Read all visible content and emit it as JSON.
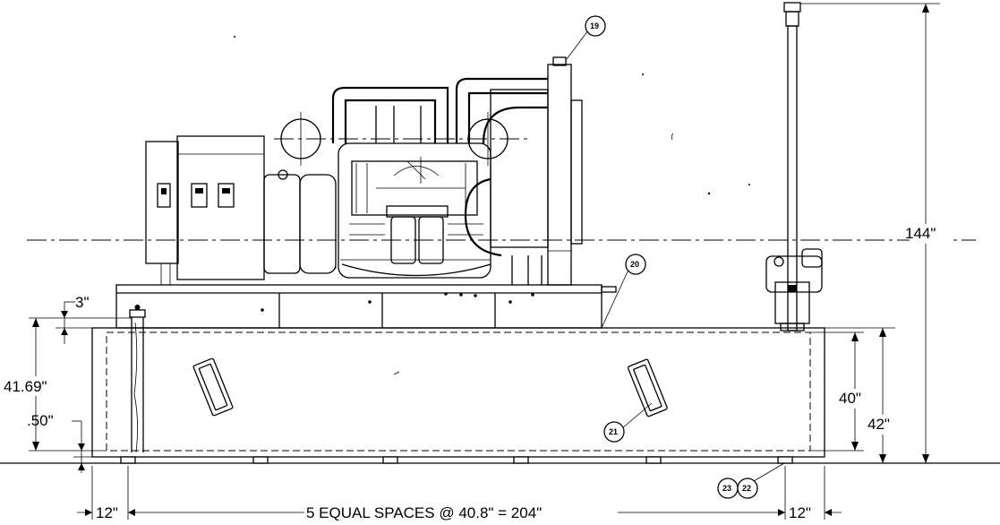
{
  "dimensions": {
    "height_overall": "144\"",
    "tank_height_outer": "42\"",
    "tank_height_inner": "40\"",
    "fill_height": "41.69\"",
    "base_offset": "3\"",
    "bottom_offset": ".50\"",
    "end_spacing_left": "12\"",
    "end_spacing_right": "12\"",
    "support_spacing": "5 EQUAL SPACES @ 40.8\" = 204\""
  },
  "callouts": {
    "c19": "19",
    "c20": "20",
    "c21": "21",
    "c22": "22",
    "c23": "23"
  }
}
